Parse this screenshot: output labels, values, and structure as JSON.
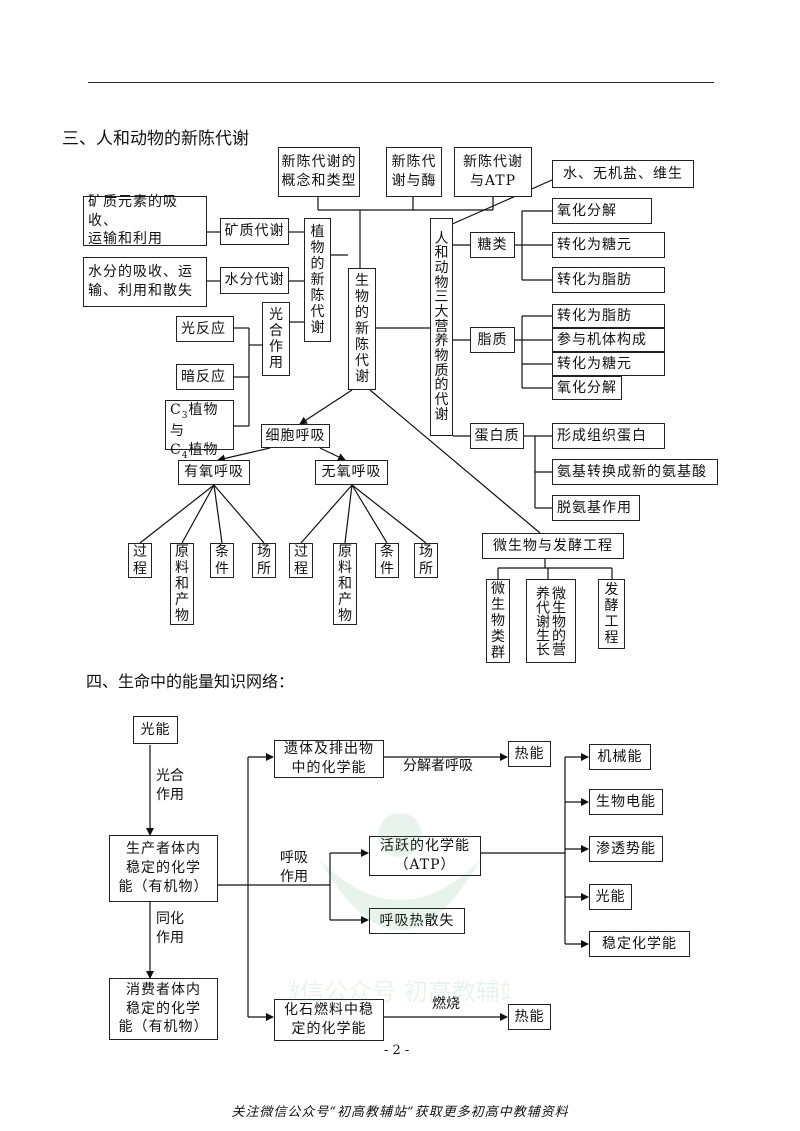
{
  "section3": {
    "title": "三、人和动物的新陈代谢",
    "concept_box": "新陈代谢的\n概念和类型",
    "enzyme_box": "新陈代\n谢与酶",
    "atp_box": "新陈代谢\n与ATP",
    "water_box": "水、无机盐、维生",
    "mineral_uptake": "矿质元素的吸收、\n运输和利用",
    "mineral_metab": "矿质代谢",
    "water_uptake": "水分的吸收、运\n输、利用和散失",
    "water_metab": "水分代谢",
    "plant_metab": "植物的新陈代谢",
    "bio_metab": "生物的新陈代谢",
    "photosynthesis": "光合作用",
    "light_reaction": "光反应",
    "dark_reaction": "暗反应",
    "c3c4_a": "C",
    "c3c4_b": "3",
    "c3c4_c": "植物与",
    "c3c4_d": "C",
    "c3c4_e": "4",
    "c3c4_f": "植物",
    "human_metab": "人和动物三大营养物质的代谢",
    "sugar": "糖类",
    "sugar_items": [
      "氧化分解",
      "转化为糖元",
      "转化为脂肪"
    ],
    "lipid": "脂质",
    "lipid_items": [
      "转化为脂肪",
      "参与机体构成",
      "转化为糖元",
      "氧化分解"
    ],
    "protein": "蛋白质",
    "protein_items": [
      "形成组织蛋白",
      "氨基转换成新的氨基酸",
      "脱氨基作用"
    ],
    "cell_resp": "细胞呼吸",
    "aerobic": "有氧呼吸",
    "anaerobic": "无氧呼吸",
    "resp_items": [
      "过程",
      "原料和产物",
      "条件",
      "场所"
    ],
    "microbe": "微生物与发酵工程",
    "microbe_items": [
      "微生物类群",
      "微生物的营养代谢生长",
      "发酵工程"
    ]
  },
  "section4": {
    "title": "四、生命中的能量知识网络：",
    "light_energy": "光能",
    "photosyn_label": "光合\n作用",
    "producer": "生产者体内\n稳定的化学\n能（有机物）",
    "assim_label": "同化\n作用",
    "consumer": "消费者体内\n稳定的化学\n能（有机物）",
    "resp_label": "呼吸\n作用",
    "remains": "遗体及排出物\n中的化学能",
    "decomposer_label": "分解者呼吸",
    "heat1": "热能",
    "active_atp": "活跃的化学能\n（ATP）",
    "resp_heat": "呼吸热散失",
    "fossil": "化石燃料中稳\n定的化学能",
    "burn_label": "燃烧",
    "heat2": "热能",
    "outputs": [
      "机械能",
      "生物电能",
      "渗透势能",
      "光能",
      "稳定化学能"
    ]
  },
  "page_number": "- 2 -",
  "footer": "关注微信公众号“初高教辅站”获取更多初高中教辅资料",
  "watermark": "微信公众号 初高教辅站"
}
